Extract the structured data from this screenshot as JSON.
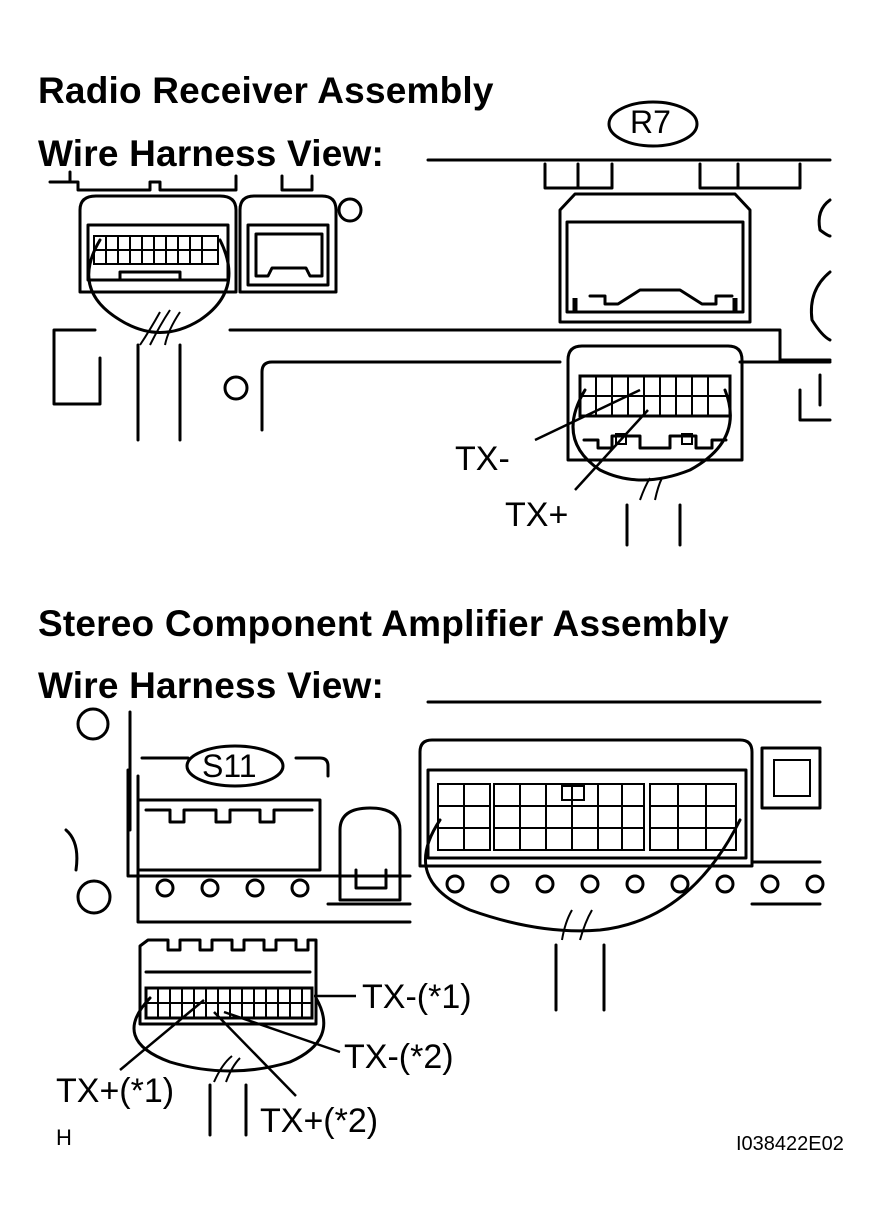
{
  "sections": [
    {
      "title": "Radio Receiver Assembly",
      "subtitle": "Wire Harness View:",
      "connector_code": "R7",
      "pins": [
        {
          "label": "TX-"
        },
        {
          "label": "TX+"
        }
      ]
    },
    {
      "title": "Stereo Component Amplifier Assembly",
      "subtitle": "Wire Harness View:",
      "connector_code": "S11",
      "pins": [
        {
          "label": "TX-(*1)"
        },
        {
          "label": "TX-(*2)"
        },
        {
          "label": "TX+(*1)"
        },
        {
          "label": "TX+(*2)"
        }
      ]
    }
  ],
  "footer": {
    "corner_mark": "H",
    "figure_id": "I038422E02"
  }
}
